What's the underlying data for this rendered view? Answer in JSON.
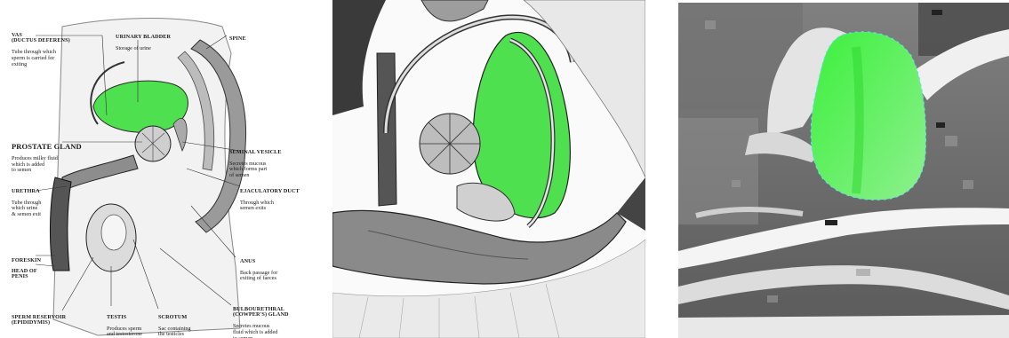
{
  "diagram": {
    "vas": {
      "title": "VAS\n(DUCTUS DEFERENS)",
      "desc": "Tube through which\nsperm is carried for\nexiting"
    },
    "bladder": {
      "title": "URINARY BLADDER",
      "desc": "Storage of urine"
    },
    "spine": {
      "title": "SPINE"
    },
    "prostate": {
      "title": "PROSTATE GLAND",
      "desc": "Produces milky fluid\nwhich is added\nto semen"
    },
    "seminal": {
      "title": "SEMINAL VESICLE",
      "desc": "Secretes mucous\nwhich forms part\nof semen"
    },
    "urethra": {
      "title": "URETHRA",
      "desc": "Tube through\nwhich urine\n& semen exit"
    },
    "ejaculatory": {
      "title": "EJACULATORY DUCT",
      "desc": "Through which\nsemen exits"
    },
    "foreskin": {
      "title": "FORESKIN"
    },
    "head": {
      "title": "HEAD OF\nPENIS"
    },
    "anus": {
      "title": "ANUS",
      "desc": "Back passage for\nexiting of faeces"
    },
    "bulbo": {
      "title": "BULBOURETHRAL\n(COWPER'S) GLAND",
      "desc": "Secretes mucous\nfluid which is added\nto semen"
    },
    "reservoir": {
      "title": "SPERM RESERVOIR\n(EPIDIDYMIS)"
    },
    "testis": {
      "title": "TESTIS",
      "desc": "Produces sperm\nand testosterone"
    },
    "scrotum": {
      "title": "SCROTUM",
      "desc": "Sac containing\nthe testicles"
    }
  },
  "colors": {
    "highlight": "#4fe04f",
    "ink": "#2a2a2a",
    "ct_gray": "#6e6e6e"
  }
}
